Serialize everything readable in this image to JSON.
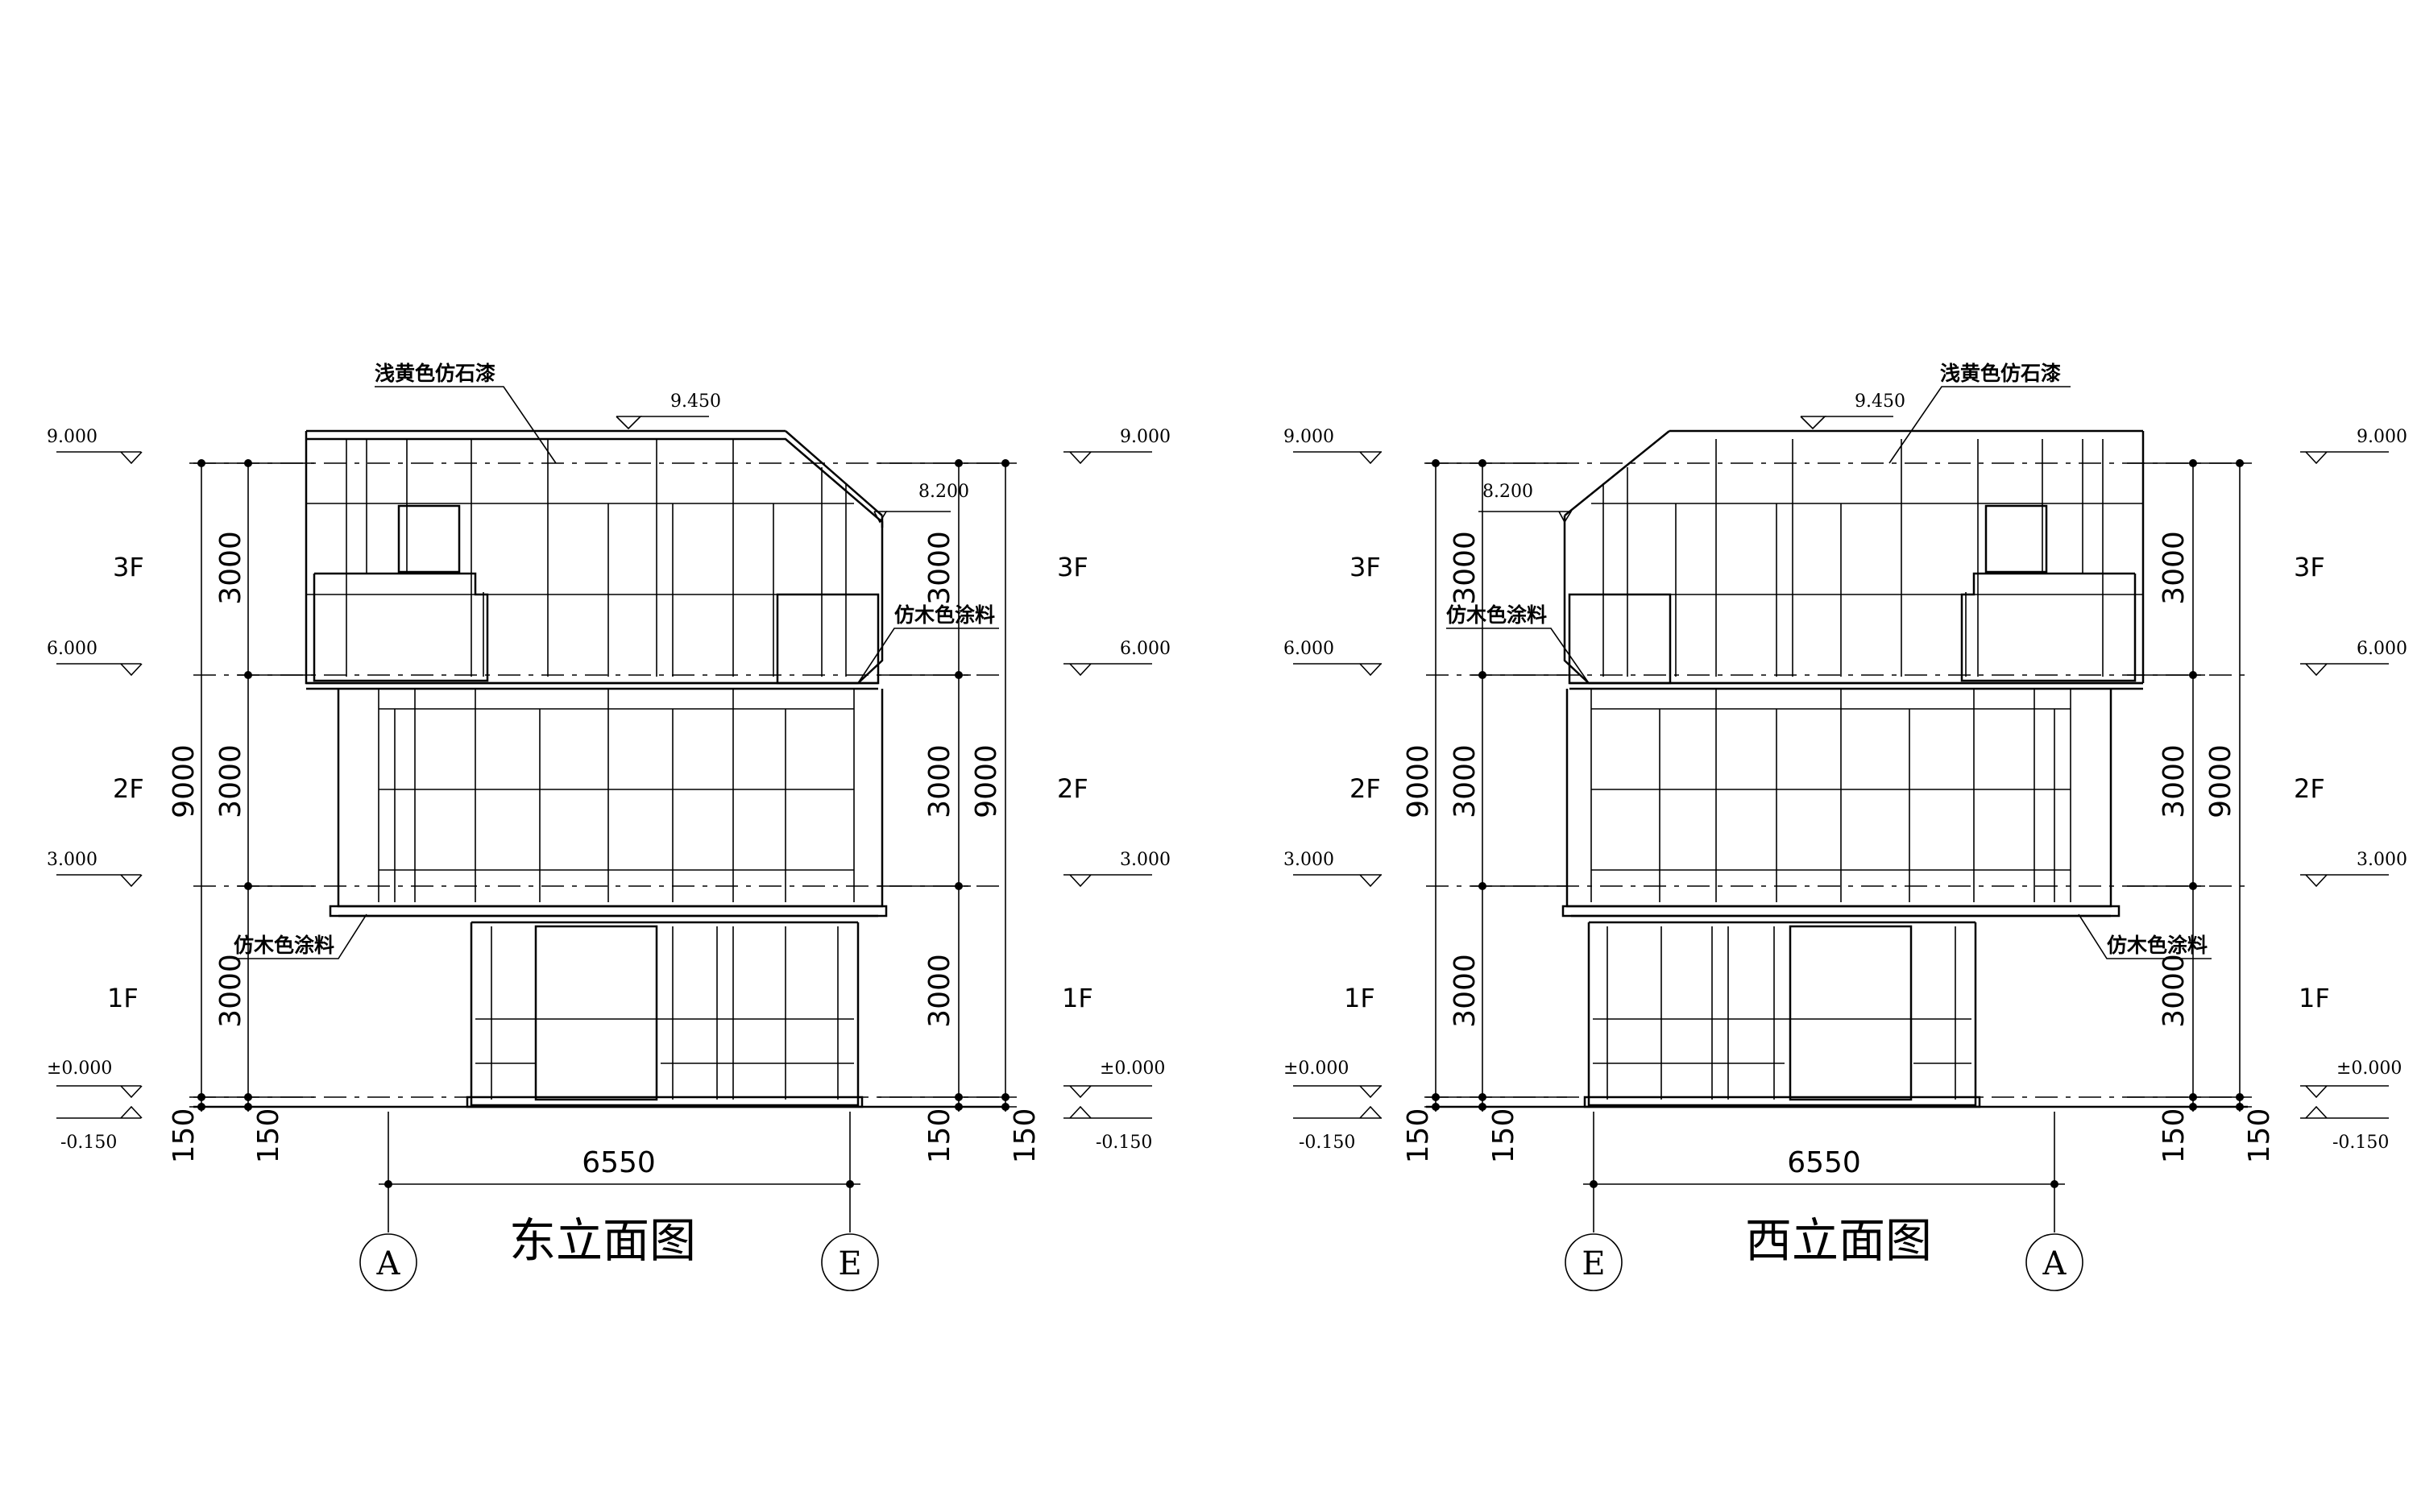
{
  "east": {
    "title": "东立面图",
    "axis_left": "A",
    "axis_right": "E",
    "material_top": "浅黄色仿石漆",
    "material_wood_upper": "仿木色涂料",
    "material_wood_lower": "仿木色涂料",
    "roof_level": "9.450",
    "eave_level": "8.200",
    "width_dim": "6550"
  },
  "west": {
    "title": "西立面图",
    "axis_left": "E",
    "axis_right": "A",
    "material_top": "浅黄色仿石漆",
    "material_wood_upper": "仿木色涂料",
    "material_wood_lower": "仿木色涂料",
    "roof_level": "9.450",
    "eave_level": "8.200",
    "width_dim": "6550"
  },
  "levels": {
    "l9": "9.000",
    "l6": "6.000",
    "l3": "3.000",
    "l0": "±0.000",
    "lm": "-0.150"
  },
  "floors": {
    "f3": "3F",
    "f2": "2F",
    "f1": "1F"
  },
  "dims": {
    "storey": "3000",
    "total": "9000",
    "base": "150"
  }
}
